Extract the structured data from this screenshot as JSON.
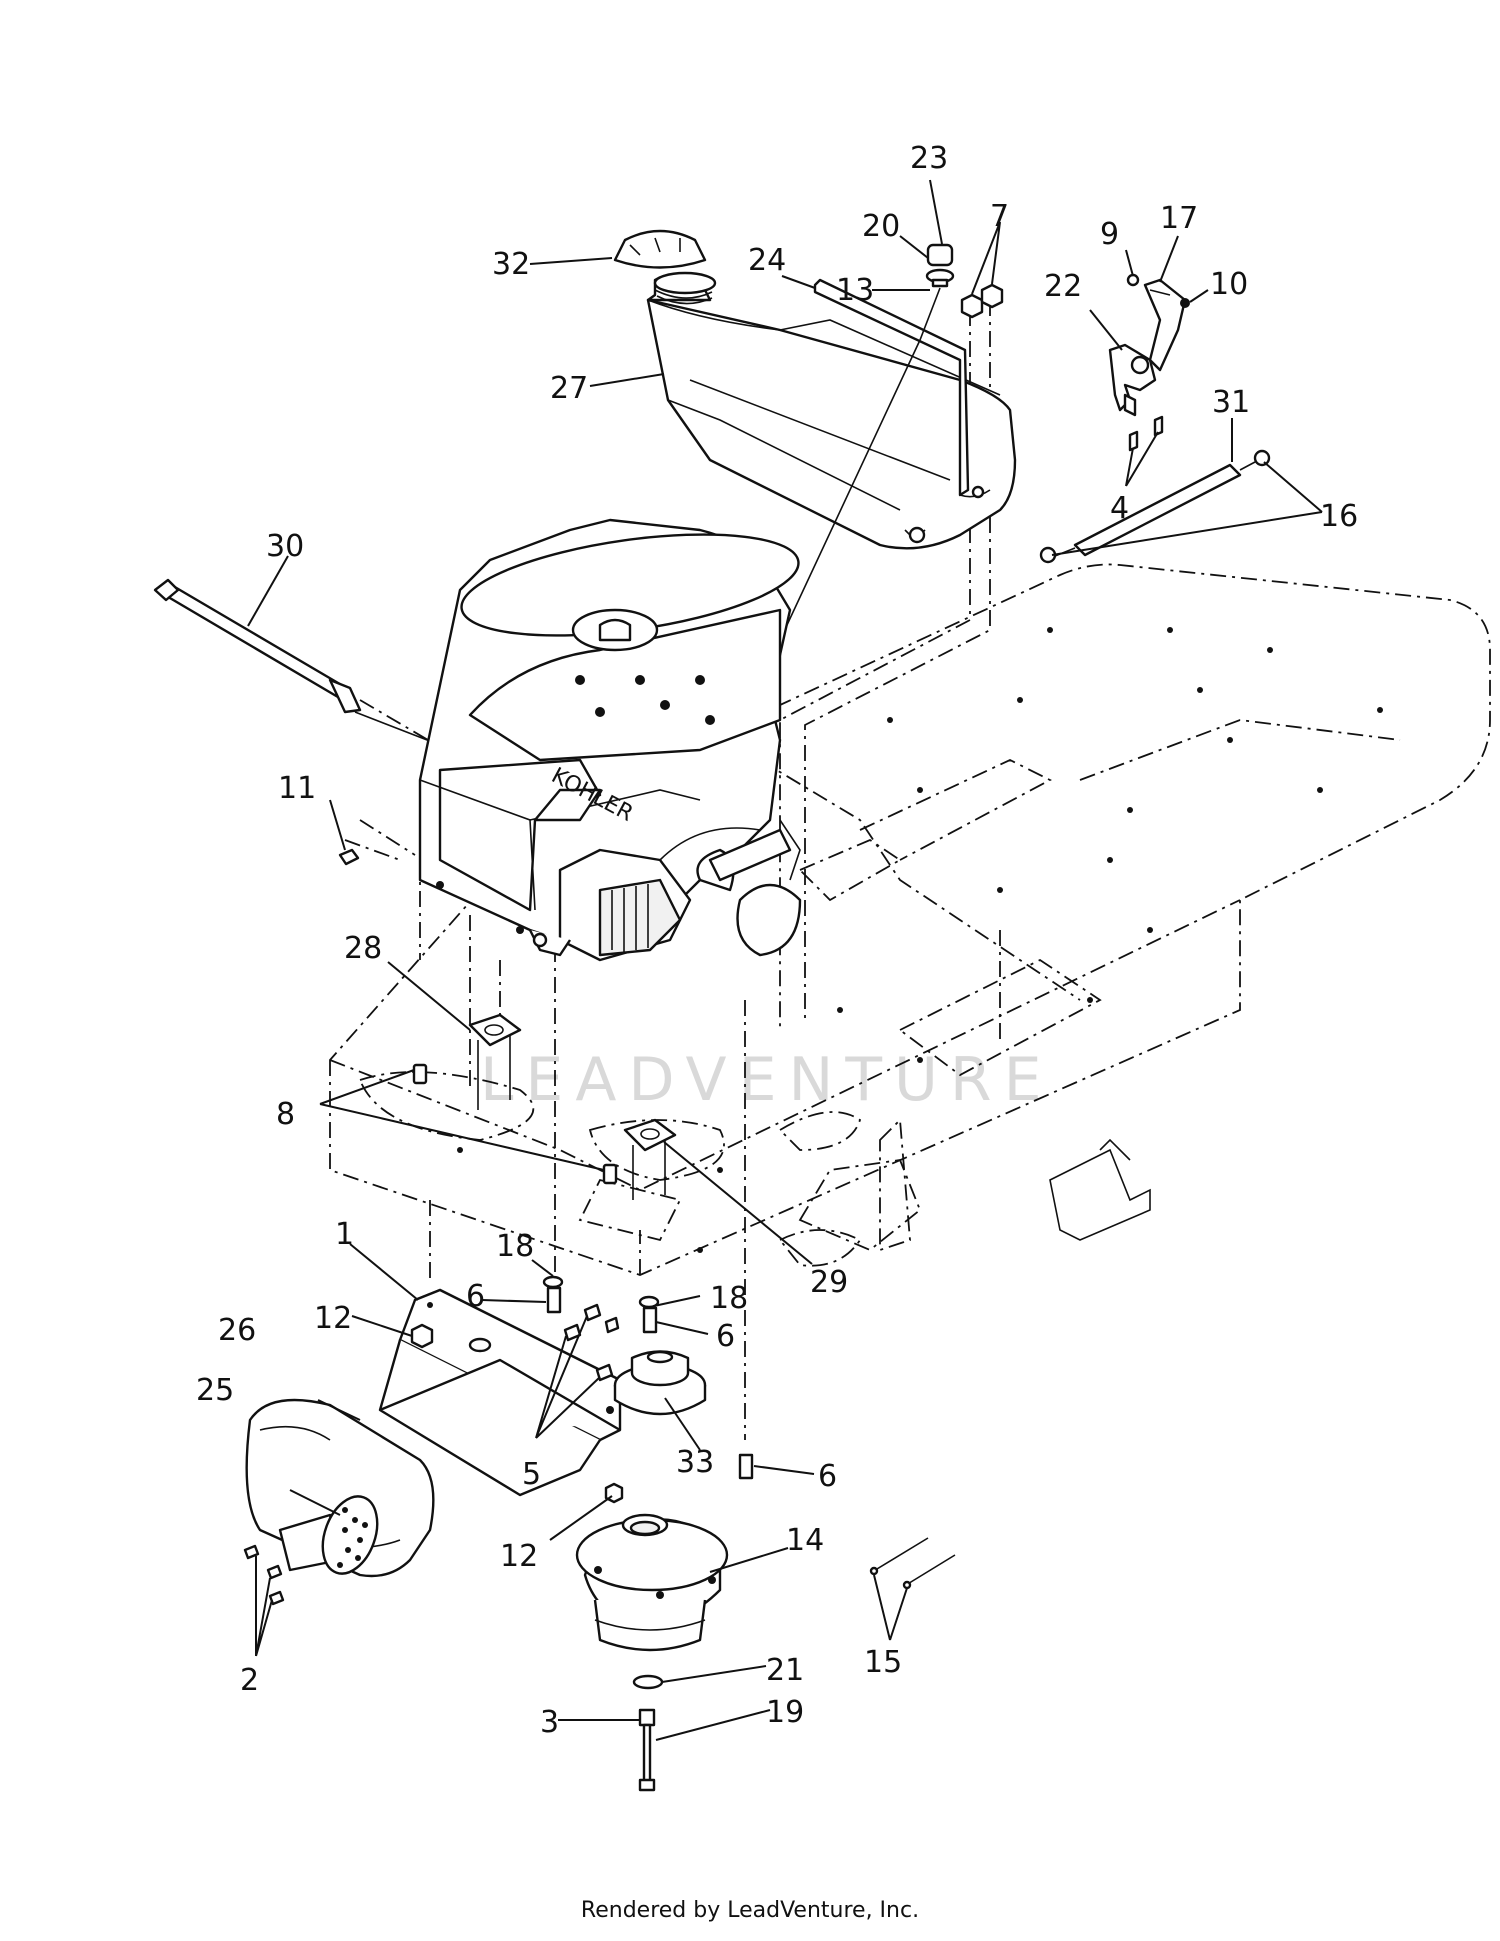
{
  "diagram": {
    "watermark": "LEADVENTURE",
    "engine_brand": "KOHLER",
    "callouts": [
      "1",
      "2",
      "3",
      "4",
      "5",
      "6",
      "7",
      "8",
      "9",
      "10",
      "11",
      "12",
      "13",
      "14",
      "15",
      "16",
      "17",
      "18",
      "19",
      "20",
      "21",
      "22",
      "23",
      "24",
      "25",
      "26",
      "27",
      "28",
      "29",
      "30",
      "31",
      "32",
      "33"
    ]
  },
  "footer": {
    "text": "Rendered by LeadVenture, Inc."
  }
}
